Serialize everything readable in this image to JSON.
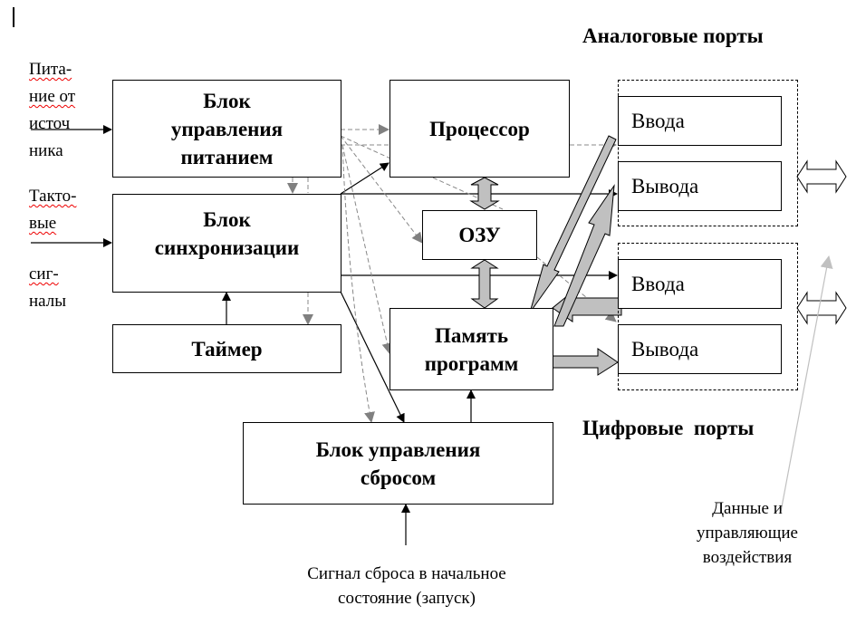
{
  "blocks": {
    "power": "Блок управления питанием",
    "sync": "Блок синхронизации",
    "timer": "Таймер",
    "cpu": "Процессор",
    "ram": "ОЗУ",
    "progmem": "Память программ",
    "reset": "Блок управления сбросом"
  },
  "ports": {
    "analog_heading": "Аналоговые порты",
    "digital_heading": "Цифровые  порты",
    "analog_in": "Ввода",
    "analog_out": "Вывода",
    "digital_in": "Ввода",
    "digital_out": "Вывода"
  },
  "inputs": {
    "power_source": [
      "Пита-",
      "ние от",
      "источ",
      "ника"
    ],
    "clock_signals": [
      "Такто-",
      "вые",
      "сиг-",
      "налы"
    ]
  },
  "captions": {
    "reset_signal": "Сигнал сброса в начальное состояние (запуск)",
    "data_control": "Данные и управляющие воздействия"
  },
  "colors": {
    "line": "#000000",
    "dashed": "#888888",
    "bus_fill": "#c0c0c0",
    "data_arrow": "#c8c8c8"
  }
}
